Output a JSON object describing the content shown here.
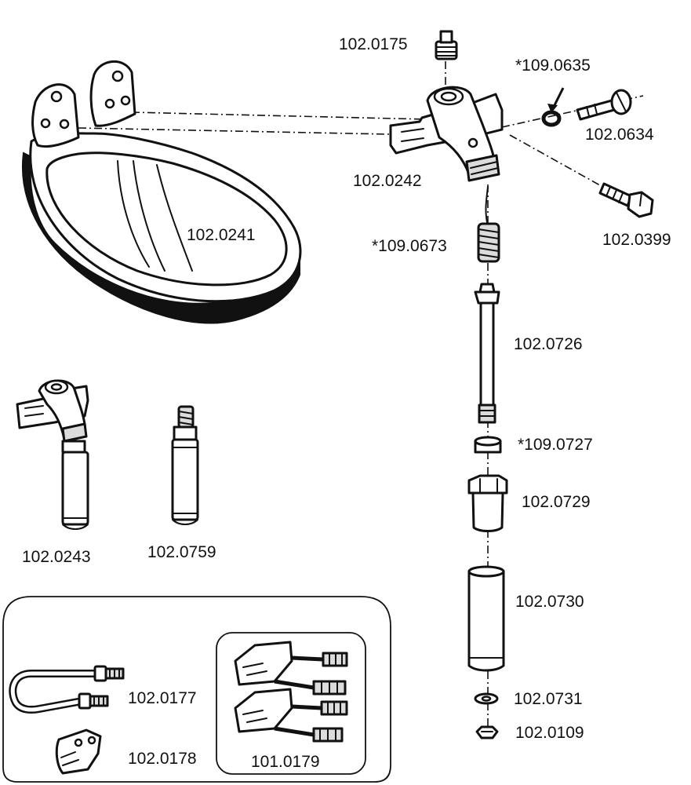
{
  "parts": {
    "p_0175": "102.0175",
    "p_0635": "*109.0635",
    "p_0634": "102.0634",
    "p_0242": "102.0242",
    "p_0399": "102.0399",
    "p_0241": "102.0241",
    "p_0673": "*109.0673",
    "p_0726": "102.0726",
    "p_0727": "*109.0727",
    "p_0729": "102.0729",
    "p_0730": "102.0730",
    "p_0731": "102.0731",
    "p_0109": "102.0109",
    "p_0243": "102.0243",
    "p_0759": "102.0759",
    "p_0177": "102.0177",
    "p_0178": "102.0178",
    "p_0179": "101.0179"
  },
  "colors": {
    "line": "#111111",
    "background": "#ffffff",
    "shade": "#dcdcdc"
  }
}
